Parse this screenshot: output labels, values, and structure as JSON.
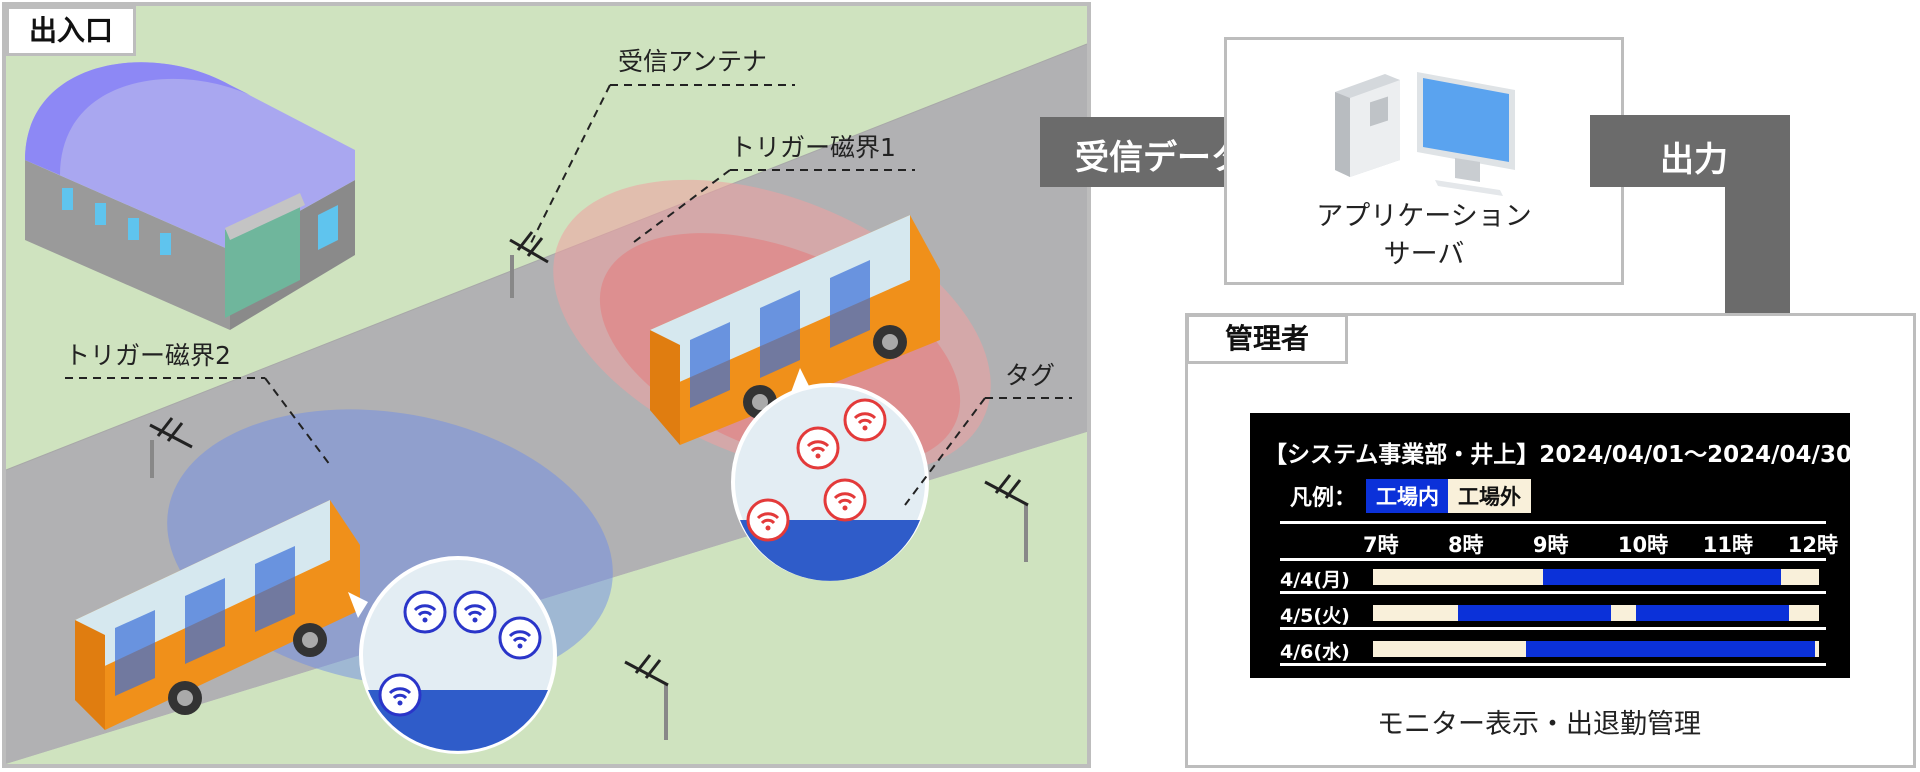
{
  "entrance_label": "出入口",
  "labels": {
    "antenna": "受信アンテナ",
    "trigger1": "トリガー磁界1",
    "trigger2": "トリガー磁界2",
    "tag": "タグ"
  },
  "flow": {
    "received_data": "受信データ",
    "output": "出力"
  },
  "server": {
    "line1": "アプリケーション",
    "line2": "サーバ"
  },
  "admin": {
    "title": "管理者",
    "caption": "モニター表示・出退勤管理"
  },
  "monitor": {
    "title": "【システム事業部・井上】2024/04/01〜2024/04/30",
    "legend_label": "凡例：",
    "legend_in": "工場内",
    "legend_out": "工場外",
    "hours": [
      "7時",
      "8時",
      "9時",
      "10時",
      "11時",
      "12時"
    ],
    "rows": [
      {
        "date": "4/4(月)",
        "in_segments": [
          [
            9.0,
            11.8
          ]
        ]
      },
      {
        "date": "4/5(火)",
        "in_segments": [
          [
            8.0,
            9.8
          ],
          [
            10.1,
            11.9
          ]
        ]
      },
      {
        "date": "4/6(水)",
        "in_segments": [
          [
            8.8,
            12.2
          ]
        ]
      }
    ],
    "range_start": 7.0,
    "range_end": 12.25
  },
  "colors": {
    "in_factory": "#0b31d9",
    "out_factory": "#f9f0da",
    "field_red": "#e87070",
    "field_blue": "#5b7be0",
    "signal_red": "#e33a3a",
    "signal_blue": "#2a35c9"
  }
}
